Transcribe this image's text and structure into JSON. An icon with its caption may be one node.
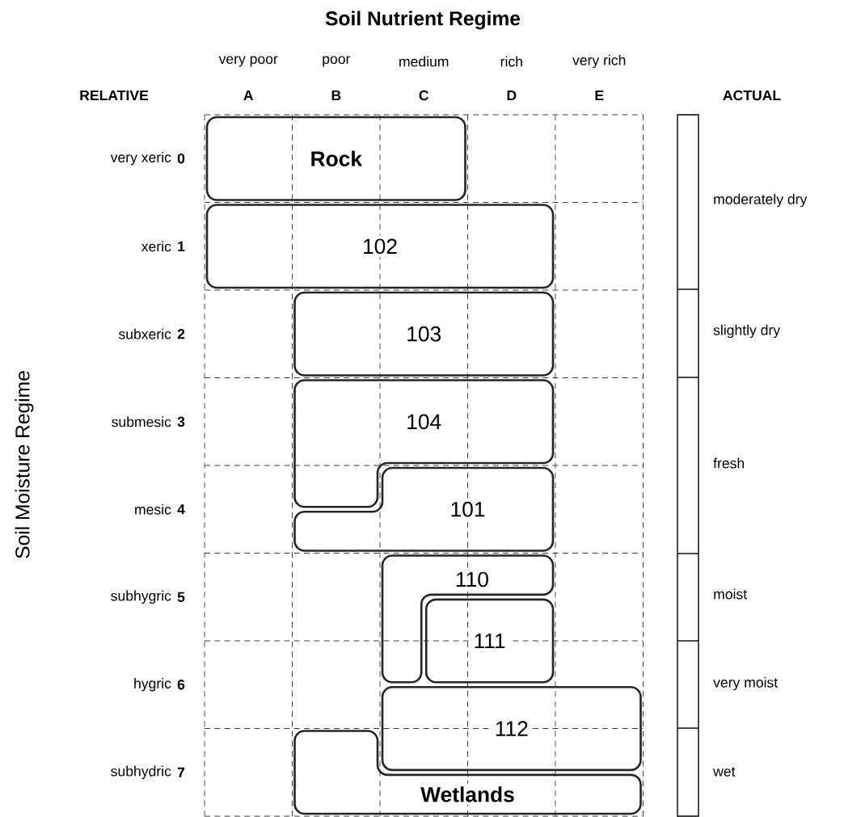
{
  "diagram": {
    "title": "Soil Nutrient Regime",
    "nodes": [
      {
        "text": [
          "Rock"
        ]
      },
      {
        "text": [
          "102"
        ]
      },
      {
        "text": [
          "103"
        ]
      },
      {
        "text": [
          "104"
        ]
      },
      {
        "text": [
          "101"
        ]
      },
      {
        "text": [
          "110"
        ]
      },
      {
        "text": [
          "111"
        ]
      },
      {
        "text": [
          "112"
        ]
      },
      {
        "text": [
          "Wetlands"
        ]
      }
    ],
    "labels": [
      "very poor",
      "poor",
      "medium",
      "rich",
      "very rich",
      "RELATIVE",
      "A",
      "B",
      "C",
      "D",
      "E",
      "ACTUAL",
      "very xeric",
      "0",
      "moderately dry",
      "xeric",
      "1",
      "subxeric",
      "2",
      "slightly dry",
      "Soil Moisture Regime",
      "submesic",
      "3",
      "fresh",
      "mesic",
      "4",
      "subhygric",
      "5",
      "moist",
      "hygric",
      "6",
      "very moist",
      "subhydric",
      "7",
      "wet"
    ]
  }
}
